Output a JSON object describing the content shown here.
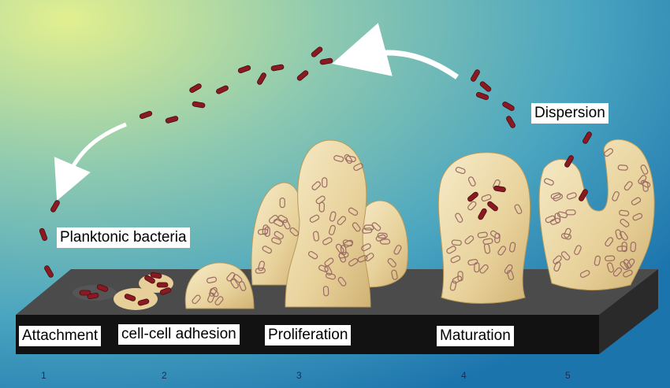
{
  "labels": {
    "planktonic": "Planktonic bacteria",
    "dispersion": "Dispersion",
    "attachment": "Attachment",
    "adhesion": "cell-cell adhesion",
    "proliferation": "Proliferation",
    "maturation": "Maturation"
  },
  "step_numbers": [
    "1",
    "2",
    "3",
    "4",
    "5"
  ],
  "colors": {
    "background_top_left": "#d8eb8a",
    "background_mid": "#5fb3bd",
    "background_right": "#1f7bb0",
    "biofilm_fill": "#ecd9a6",
    "biofilm_edge": "#b89a5a",
    "bacterium": "#8a1a22",
    "cell_outline": "#9c6b66",
    "surface_top": "#4a4a4a",
    "surface_front": "#141414",
    "arrow": "#ffffff"
  }
}
